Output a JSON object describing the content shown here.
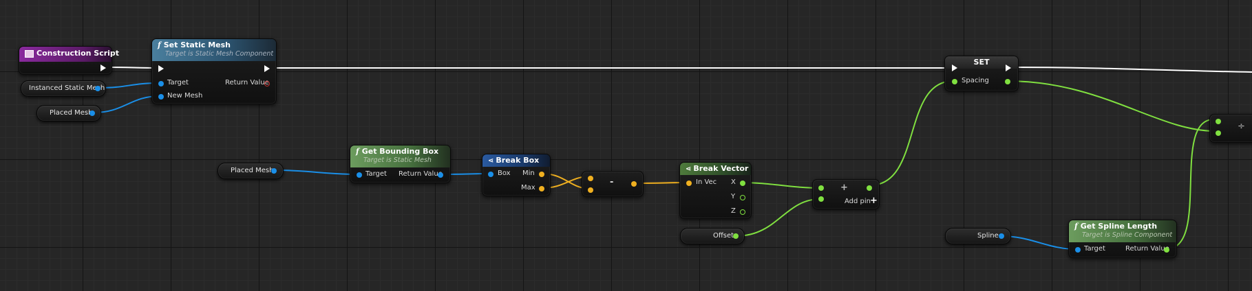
{
  "colors": {
    "object_pin": "#1a8fe8",
    "vector_pin": "#f0b020",
    "float_pin": "#80e040",
    "exec_wire": "#ffffff",
    "return_value_pin": "#c03030"
  },
  "nodes": {
    "construction_script": {
      "title": "Construction Script"
    },
    "set_static_mesh": {
      "icon": "f",
      "title": "Set Static Mesh",
      "subtitle": "Target is Static Mesh Component",
      "pins": {
        "target": "Target",
        "new_mesh": "New Mesh",
        "return_value": "Return Value"
      }
    },
    "instanced_static_mesh": {
      "label": "Instanced Static Mesh"
    },
    "placed_mesh_1": {
      "label": "Placed Mesh"
    },
    "placed_mesh_2": {
      "label": "Placed Mesh"
    },
    "get_bounding_box": {
      "icon": "f",
      "title": "Get Bounding Box",
      "subtitle": "Target is Static Mesh",
      "pins": {
        "target": "Target",
        "return_value": "Return Value"
      }
    },
    "break_box": {
      "title": "Break Box",
      "pins": {
        "box": "Box",
        "min": "Min",
        "max": "Max"
      }
    },
    "subtract": {
      "symbol": "-"
    },
    "break_vector": {
      "title": "Break Vector",
      "pins": {
        "in_vec": "In Vec",
        "x": "X",
        "y": "Y",
        "z": "Z"
      }
    },
    "add": {
      "symbol": "+",
      "add_pin": "Add pin"
    },
    "offset": {
      "label": "Offset"
    },
    "set": {
      "title": "SET",
      "pins": {
        "spacing": "Spacing"
      }
    },
    "spline": {
      "label": "Spline"
    },
    "get_spline_length": {
      "icon": "f",
      "title": "Get Spline Length",
      "subtitle": "Target is Spline Component",
      "pins": {
        "target": "Target",
        "return_value": "Return Value"
      }
    },
    "divide": {
      "symbol": "÷"
    }
  }
}
